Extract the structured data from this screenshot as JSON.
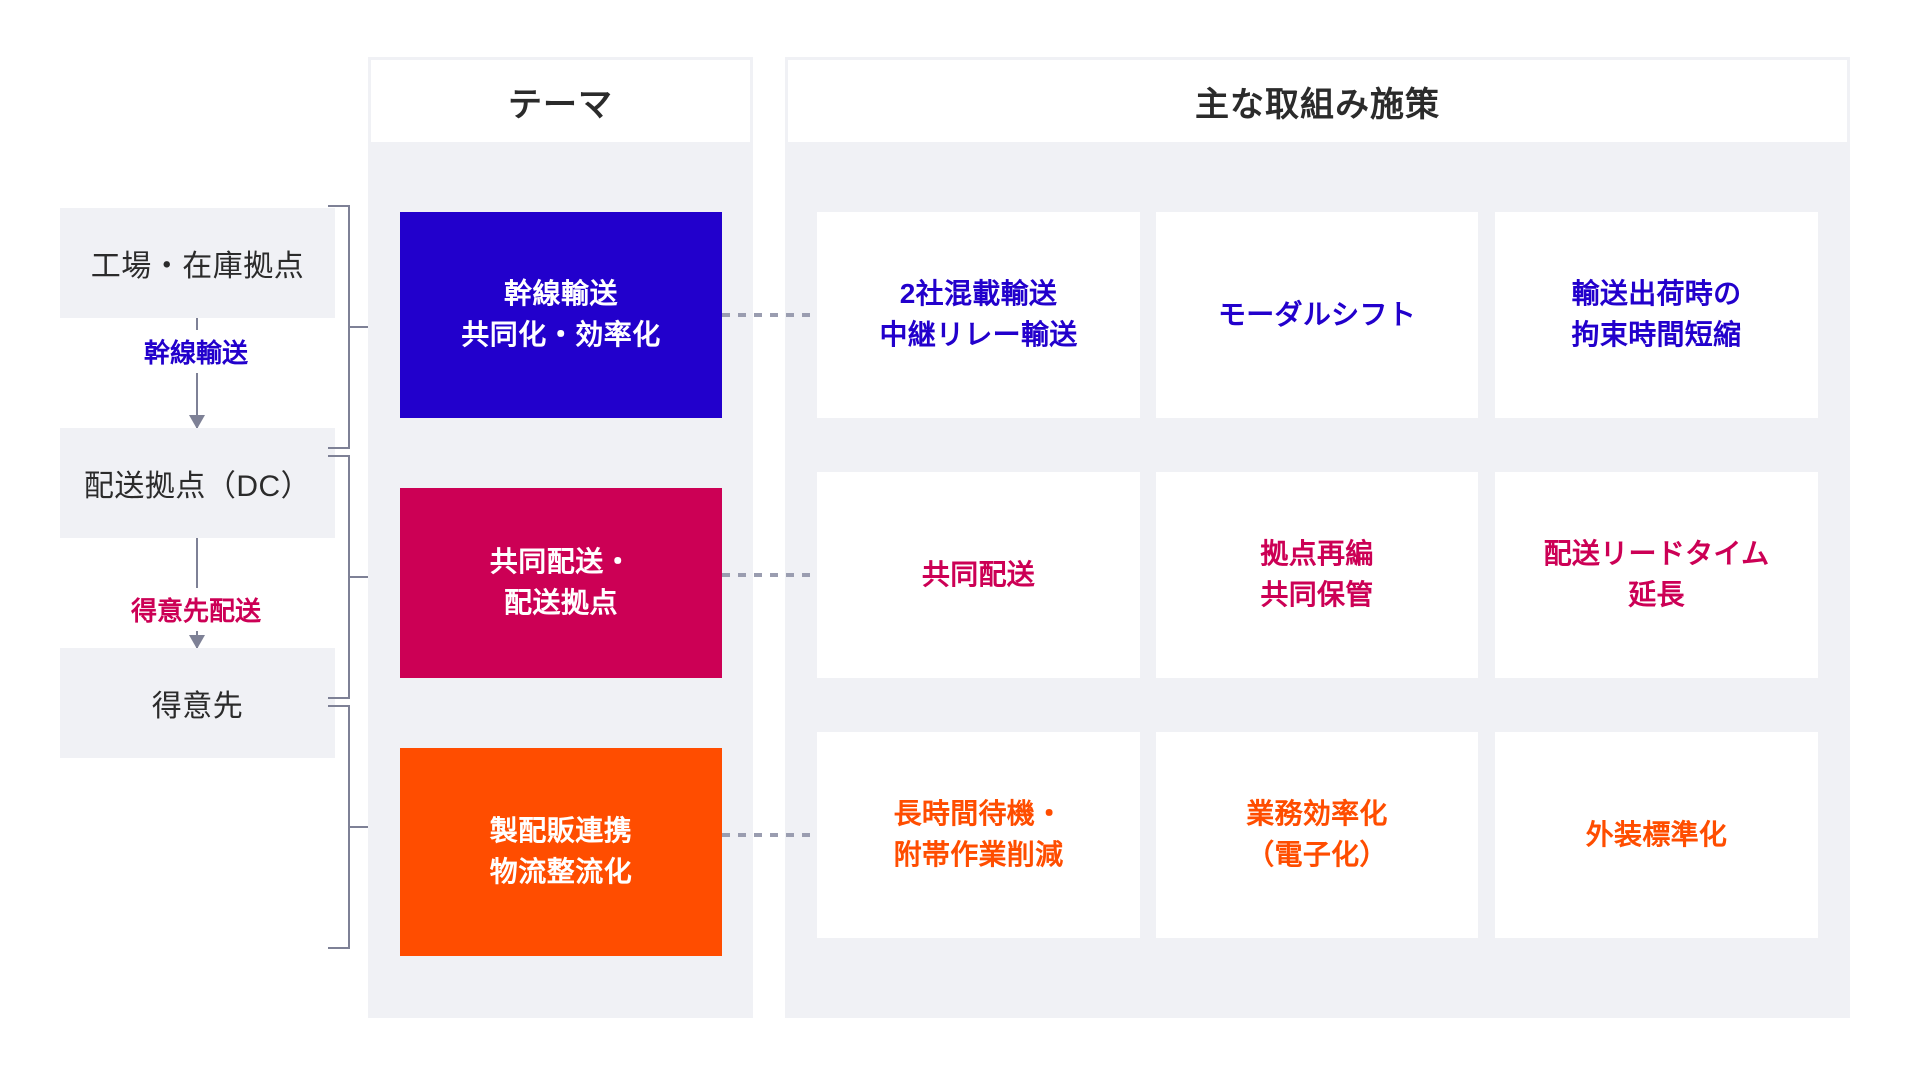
{
  "headers": {
    "theme": "テーマ",
    "measures": "主な取組み施策"
  },
  "flow": {
    "nodes": [
      {
        "id": "factory",
        "label": "工場・在庫拠点"
      },
      {
        "id": "dc",
        "label": "配送拠点（DC）"
      },
      {
        "id": "customer",
        "label": "得意先"
      }
    ],
    "arrows": [
      {
        "id": "trunk",
        "label": "幹線輸送",
        "color": "#2200cc"
      },
      {
        "id": "delivery",
        "label": "得意先配送",
        "color": "#cc0055"
      }
    ]
  },
  "rows": [
    {
      "theme": "幹線輸送\n共同化・効率化",
      "theme_line1": "幹線輸送",
      "theme_line2": "共同化・効率化",
      "color": "#2200cc",
      "measures": [
        {
          "line1": "2社混載輸送",
          "line2": "中継リレー輸送"
        },
        {
          "line1": "モーダルシフト",
          "line2": ""
        },
        {
          "line1": "輸送出荷時の",
          "line2": "拘束時間短縮"
        }
      ]
    },
    {
      "theme": "共同配送・\n配送拠点",
      "theme_line1": "共同配送・",
      "theme_line2": "配送拠点",
      "color": "#cc0055",
      "measures": [
        {
          "line1": "共同配送",
          "line2": ""
        },
        {
          "line1": "拠点再編",
          "line2": "共同保管"
        },
        {
          "line1": "配送リードタイム",
          "line2": "延長"
        }
      ]
    },
    {
      "theme": "製配販連携\n物流整流化",
      "theme_line1": "製配販連携",
      "theme_line2": "物流整流化",
      "color": "#ff4d00",
      "measures": [
        {
          "line1": "長時間待機・",
          "line2": "附帯作業削減"
        },
        {
          "line1": "業務効率化",
          "line2": "（電子化）"
        },
        {
          "line1": "外装標準化",
          "line2": ""
        }
      ]
    }
  ],
  "palette": {
    "blue": "#2200cc",
    "magenta": "#cc0055",
    "orange": "#ff4d00",
    "panel_bg": "#f0f1f5",
    "node_bg": "#f0f1f5",
    "line": "#7e8196",
    "text_dark": "#2b2b2b"
  }
}
